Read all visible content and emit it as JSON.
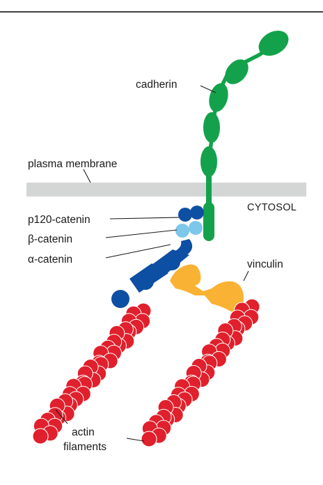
{
  "labels": {
    "cadherin": "cadherin",
    "plasma_membrane": "plasma membrane",
    "cytosol": "CYTOSOL",
    "p120_catenin": "p120-catenin",
    "beta_catenin": "β-catenin",
    "alpha_catenin": "α-catenin",
    "vinculin": "vinculin",
    "actin_line1": "actin",
    "actin_line2": "filaments"
  },
  "colors": {
    "cadherin": "#13a24b",
    "membrane": "#d3d6d4",
    "p120_catenin": "#0d4fa3",
    "beta_catenin": "#7cc7ea",
    "alpha_catenin": "#0d4fa3",
    "vinculin": "#f9b233",
    "actin": "#e0202c",
    "rule": "#000000"
  }
}
